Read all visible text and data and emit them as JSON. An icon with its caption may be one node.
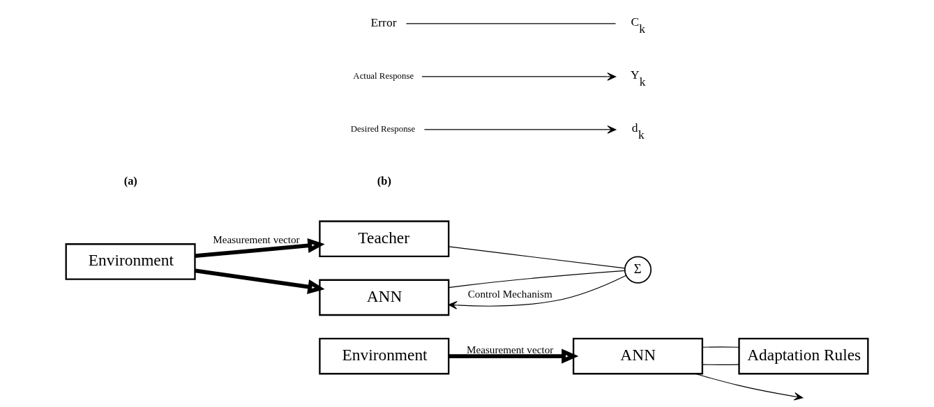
{
  "diagram": {
    "nodes": [
      {
        "text": [
          "Environment"
        ]
      },
      {
        "text": [
          "Teacher"
        ]
      },
      {
        "text": [
          "ANN"
        ]
      },
      {
        "text": [
          "Σ"
        ]
      },
      {
        "text": [
          "Environment"
        ]
      },
      {
        "text": [
          "ANN"
        ]
      },
      {
        "text": [
          "Adaptation Rules"
        ]
      },
      {
        "text": [
          "Desired Response"
        ]
      },
      {
        "text": [
          "d$_{k}$"
        ]
      },
      {
        "text": [
          "Actual Response"
        ]
      },
      {
        "text": [
          "Y$_{k}$"
        ]
      },
      {
        "text": [
          "Error"
        ]
      },
      {
        "text": [
          "C$_{k}$"
        ]
      }
    ],
    "edges": [
      {
        "from": 0,
        "to": 1,
        "arrow": "to",
        "label": "Measurement vector",
        "style": "thick"
      },
      {
        "from": 0,
        "to": 2,
        "arrow": "to",
        "style": "thick"
      },
      {
        "from": 1,
        "to": 3,
        "arrow": "none"
      },
      {
        "from": 2,
        "to": 3,
        "arrow": "none"
      },
      {
        "from": 3,
        "to": 2,
        "arrow": "to",
        "label": "Control Mechanism"
      },
      {
        "from": 7,
        "to": 8,
        "arrow": "to"
      },
      {
        "from": 9,
        "to": 10,
        "arrow": "to"
      },
      {
        "from": 11,
        "to": 12,
        "arrow": "none"
      },
      {
        "from": 4,
        "to": 5,
        "arrow": "to",
        "label": "Measurement vector",
        "style": "thick"
      },
      {
        "from": 5,
        "to": null,
        "arrow": "to"
      },
      {
        "from": 5,
        "to": 6,
        "arrow": "none"
      },
      {
        "from": 5,
        "to": 6,
        "arrow": "none"
      }
    ],
    "labels": [
      "(a)",
      "(b)"
    ]
  }
}
